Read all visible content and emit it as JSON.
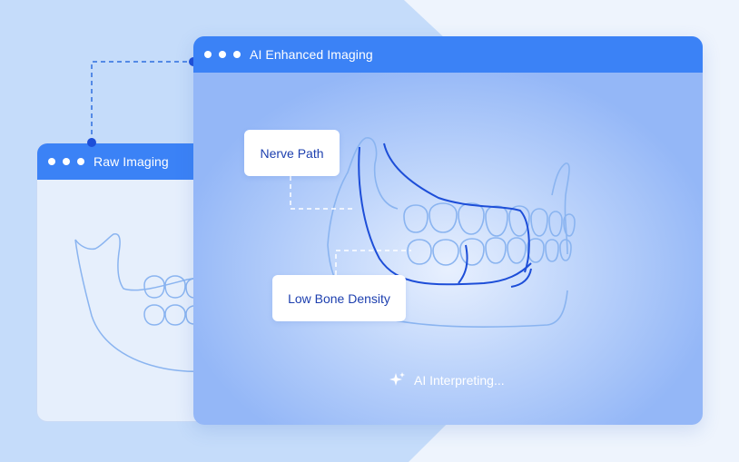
{
  "raw_window": {
    "title": "Raw Imaging"
  },
  "enhanced_window": {
    "title": "AI Enhanced Imaging"
  },
  "annotations": {
    "nerve_path": "Nerve Path",
    "low_bone_density": "Low Bone Density"
  },
  "status": {
    "text": "AI Interpreting...",
    "icon": "sparkle-icon"
  },
  "colors": {
    "accent": "#3b82f6",
    "label_text": "#1e40af",
    "outline": "#7aaaf0",
    "nerve": "#1d4ed8"
  }
}
